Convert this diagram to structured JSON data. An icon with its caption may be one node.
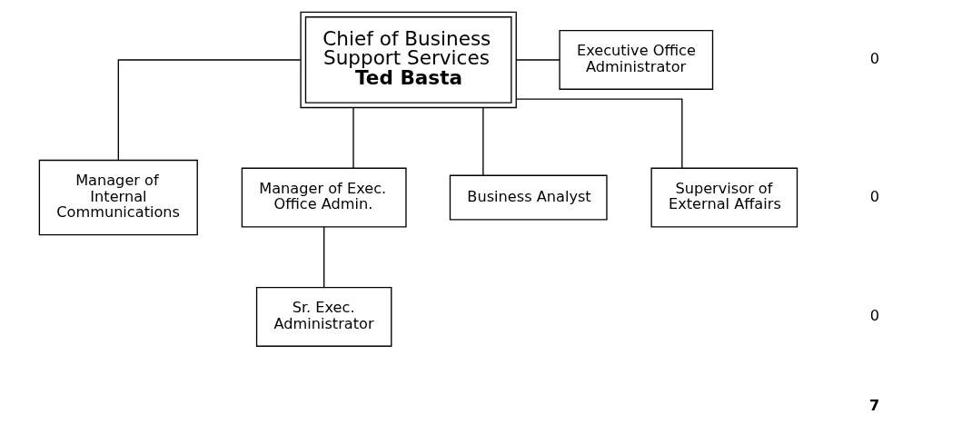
{
  "diagram": {
    "nodes": [
      {
        "text": [
          "Chief of Business Support Services",
          "Ted Basta"
        ]
      },
      {
        "text": [
          "Executive Office Administrator"
        ]
      },
      {
        "text": [
          "Manager of Internal Communications"
        ]
      },
      {
        "text": [
          "Manager of Exec. Office Admin."
        ]
      },
      {
        "text": [
          "Business Analyst"
        ]
      },
      {
        "text": [
          "Supervisor of External Affairs"
        ]
      },
      {
        "text": [
          "Sr. Exec. Administrator"
        ]
      }
    ],
    "edges": [
      {
        "from": 0,
        "to": 1,
        "arrow": "none"
      },
      {
        "from": 0,
        "to": 2,
        "arrow": "none"
      },
      {
        "from": 0,
        "to": 3,
        "arrow": "none"
      },
      {
        "from": 0,
        "to": 4,
        "arrow": "none"
      },
      {
        "from": 0,
        "to": 5,
        "arrow": "none"
      },
      {
        "from": 3,
        "to": 6,
        "arrow": "none"
      }
    ],
    "labels": [
      "0",
      "0",
      "0",
      "7"
    ]
  }
}
